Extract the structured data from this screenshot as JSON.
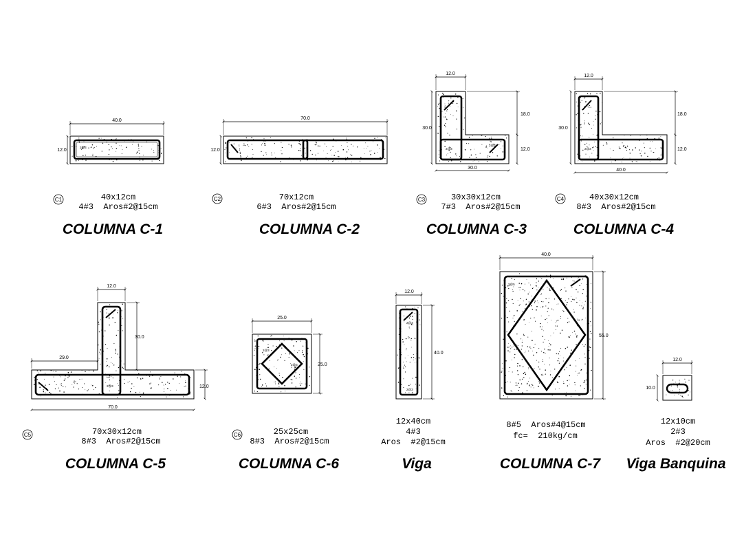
{
  "sections": [
    {
      "id": "c1",
      "tag": "C1",
      "title": "COLUMNA C-1",
      "spec": [
        "40x12cm",
        "4#3  Aros#2@15cm"
      ],
      "dims": [
        "40.0",
        "12.0"
      ],
      "bar_labels": [
        "2@3"
      ]
    },
    {
      "id": "c2",
      "tag": "C2",
      "title": "COLUMNA C-2",
      "spec": [
        "70x12cm",
        "6#3  Aros#2@15cm"
      ],
      "dims": [
        "70.0",
        "12.0"
      ],
      "bar_labels": []
    },
    {
      "id": "c3",
      "tag": "C3",
      "title": "COLUMNA C-3",
      "spec": [
        "30x30x12cm",
        "7#3  Aros#2@15cm"
      ],
      "dims": [
        "12.0",
        "18.0",
        "30.0",
        "12.0",
        "30.0"
      ],
      "bar_labels": [
        "2@3",
        "2@3"
      ]
    },
    {
      "id": "c4",
      "tag": "C4",
      "title": "COLUMNA C-4",
      "spec": [
        "40x30x12cm",
        "8#3  Aros#2@15cm"
      ],
      "dims": [
        "12.0",
        "18.0",
        "30.0",
        "12.0",
        "40.0"
      ],
      "bar_labels": [
        "2@3"
      ]
    },
    {
      "id": "c5",
      "tag": "C5",
      "title": "COLUMNA C-5",
      "spec": [
        "70x30x12cm",
        "8#3  Aros#2@15cm"
      ],
      "dims": [
        "12.0",
        "30.0",
        "29.0",
        "12.0",
        "70.0"
      ],
      "bar_labels": [
        "2@3"
      ]
    },
    {
      "id": "c6",
      "tag": "C6",
      "title": "COLUMNA C-6",
      "spec": [
        "25x25cm",
        "8#3  Aros#2@15cm"
      ],
      "dims": [
        "25.0",
        "25.0"
      ],
      "bar_labels": [
        "2@3",
        "2@3"
      ]
    },
    {
      "id": "viga",
      "tag": "",
      "title": "Viga",
      "spec": [
        "12x40cm",
        "4#3",
        "Aros  #2@15cm"
      ],
      "dims": [
        "12.0",
        "40.0"
      ],
      "bar_labels": [
        "2@3",
        "2@3"
      ]
    },
    {
      "id": "c7",
      "tag": "",
      "title": "COLUMNA C-7",
      "spec": [
        "8#5  Aros#4@15cm",
        "fc=  210kg/cm"
      ],
      "dims": [
        "40.0",
        "55.0"
      ],
      "bar_labels": [
        "2@5"
      ]
    },
    {
      "id": "banquina",
      "tag": "",
      "title": "Viga Banquina",
      "spec": [
        "12x10cm",
        "2#3",
        "Aros  #2@20cm"
      ],
      "dims": [
        "12.0",
        "10.0"
      ],
      "bar_labels": []
    }
  ],
  "colors": {
    "line": "#000000",
    "paper": "#ffffff"
  }
}
